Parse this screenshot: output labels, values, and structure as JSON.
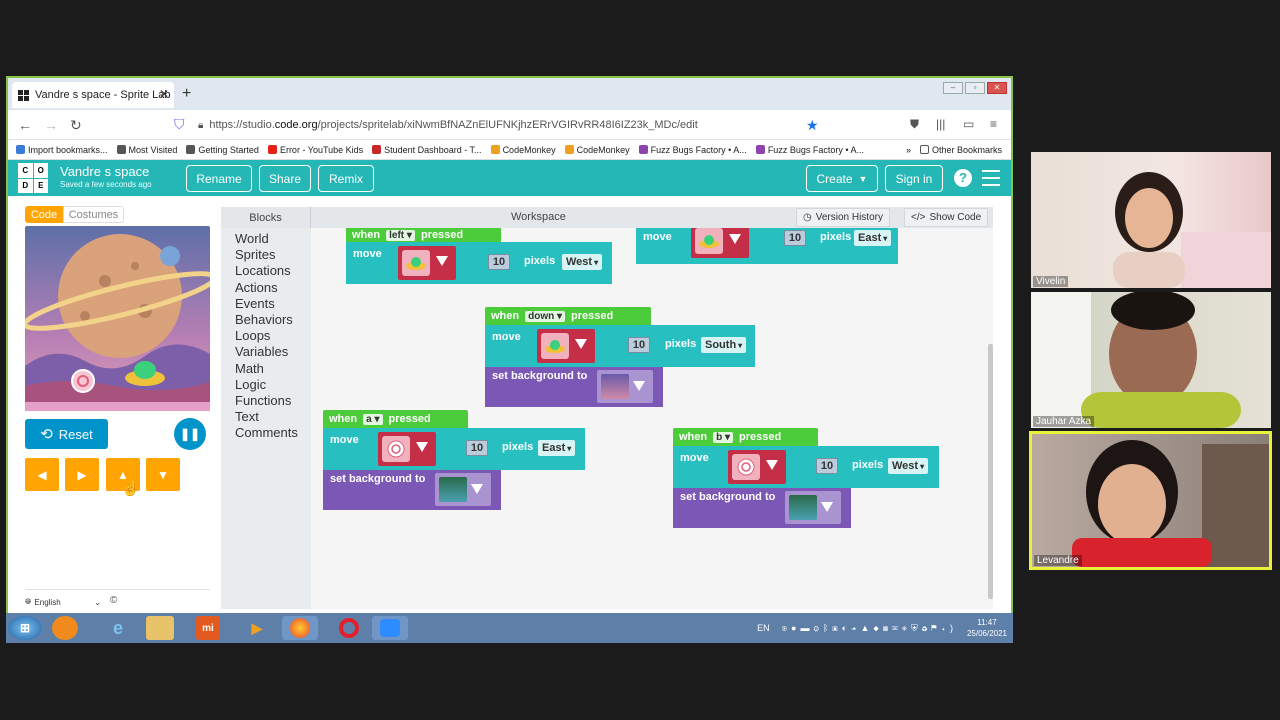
{
  "browser": {
    "tab_title": "Vandre s space - Sprite Lab",
    "url_prefix": "https://studio.",
    "url_domain": "code.org",
    "url_path": "/projects/spritelab/xiNwmBfNAZnElUFNKjhzERrVGIRvRR48I6IZ23k_MDc/edit"
  },
  "bookmarks": [
    {
      "label": "Import bookmarks...",
      "color": "#3a7bd5"
    },
    {
      "label": "Most Visited",
      "color": "#555555"
    },
    {
      "label": "Getting Started",
      "color": "#555555"
    },
    {
      "label": "Error - YouTube Kids",
      "color": "#e62117"
    },
    {
      "label": "Student Dashboard - T...",
      "color": "#c62828"
    },
    {
      "label": "CodeMonkey",
      "color": "#f0a020"
    },
    {
      "label": "CodeMonkey",
      "color": "#f0a020"
    },
    {
      "label": "Fuzz Bugs Factory • A...",
      "color": "#8e44ad"
    },
    {
      "label": "Fuzz Bugs Factory • A...",
      "color": "#8e44ad"
    }
  ],
  "other_bookmarks": "Other Bookmarks",
  "codeorg": {
    "logo_letters": [
      "C",
      "O",
      "D",
      "E"
    ],
    "project_title": "Vandre s space",
    "saved_status": "Saved a few seconds ago",
    "rename": "Rename",
    "share": "Share",
    "remix": "Remix",
    "create": "Create",
    "sign_in": "Sign in",
    "help": "?"
  },
  "left": {
    "code_tab": "Code",
    "costumes_tab": "Costumes",
    "reset": "Reset",
    "language": "English"
  },
  "toolbox": {
    "header": "Blocks",
    "categories": [
      "World",
      "Sprites",
      "Locations",
      "Actions",
      "Events",
      "Behaviors",
      "Loops",
      "Variables",
      "Math",
      "Logic",
      "Functions",
      "Text",
      "Comments"
    ]
  },
  "workspace": {
    "header": "Workspace",
    "version_history": "Version History",
    "show_code": "Show Code"
  },
  "blocks": {
    "when": "when",
    "pressed": "pressed",
    "move": "move",
    "pixels": "pixels",
    "set_background": "set background to",
    "left_key": "left",
    "down_key": "down",
    "a_key": "a",
    "b_key": "b",
    "n10": "10",
    "west": "West",
    "east": "East",
    "south": "South"
  },
  "taskbar": {
    "lang": "EN",
    "time": "11:47",
    "date": "25/06/2021"
  },
  "participants": [
    "Vivelin",
    "Jauhar Azka",
    "Levandre"
  ],
  "colors": {
    "codeorg_teal": "#25b7b5",
    "event_green": "#4ccc3a",
    "move_teal": "#27bfc0",
    "bg_purple": "#7b58b5",
    "sprite_red": "#c42f47",
    "arrow_orange": "#ffa400",
    "button_blue": "#0094ca",
    "active_speaker": "#e9f23b"
  }
}
